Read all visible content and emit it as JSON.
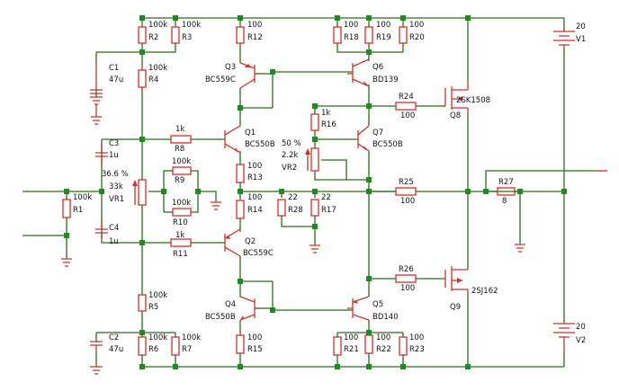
{
  "labels": {
    "R1": "R1",
    "R1_val": "100k",
    "R2": "R2",
    "R2_val": "100k",
    "R3": "R3",
    "R3_val": "100k",
    "R4": "R4",
    "R4_val": "100k",
    "R5": "R5",
    "R5_val": "100k",
    "R6": "R6",
    "R6_val": "100k",
    "R7": "R7",
    "R7_val": "100k",
    "R8": "R8",
    "R8_val": "1k",
    "R9": "R9",
    "R9_val": "100k",
    "R10": "R10",
    "R10_val": "100k",
    "R11": "R11",
    "R11_val": "1k",
    "R12": "R12",
    "R12_val": "100",
    "R13": "R13",
    "R13_val": "100",
    "R14": "R14",
    "R14_val": "100",
    "R15": "R15",
    "R15_val": "100",
    "R16": "R16",
    "R16_val": "1k",
    "R17": "R17",
    "R17_val": "22",
    "R18": "R18",
    "R18_val": "100",
    "R19": "R19",
    "R19_val": "100",
    "R20": "R20",
    "R20_val": "100",
    "R21": "R21",
    "R21_val": "100",
    "R22": "R22",
    "R22_val": "100",
    "R23": "R23",
    "R23_val": "100",
    "R24": "R24",
    "R24_val": "100",
    "R25": "R25",
    "R25_val": "100",
    "R26": "R26",
    "R26_val": "100",
    "R27": "R27",
    "R27_val": "8",
    "R28": "R28",
    "R28_val": "22",
    "C1": "C1",
    "C1_val": "47u",
    "C2": "C2",
    "C2_val": "47u",
    "C3": "C3",
    "C3_val": "1u",
    "C4": "C4",
    "C4_val": "1u",
    "VR1": "VR1",
    "VR1_pct": "36.6 %",
    "VR1_val": "33k",
    "VR2": "VR2",
    "VR2_pct": "50 %",
    "VR2_val": "2.2k",
    "Q1": "Q1",
    "Q1_type": "BC550B",
    "Q2": "Q2",
    "Q2_type": "BC559C",
    "Q3": "Q3",
    "Q3_type": "BC559C",
    "Q4": "Q4",
    "Q4_type": "BC550B",
    "Q5": "Q5",
    "Q5_type": "BD140",
    "Q6": "Q6",
    "Q6_type": "BD139",
    "Q7": "Q7",
    "Q7_type": "BC550B",
    "Q8": "Q8",
    "Q8_type": "2SK1508",
    "Q9": "Q9",
    "Q9_type": "2SJ162",
    "V1": "V1",
    "V1_val": "20",
    "V2": "V2",
    "V2_val": "20"
  }
}
